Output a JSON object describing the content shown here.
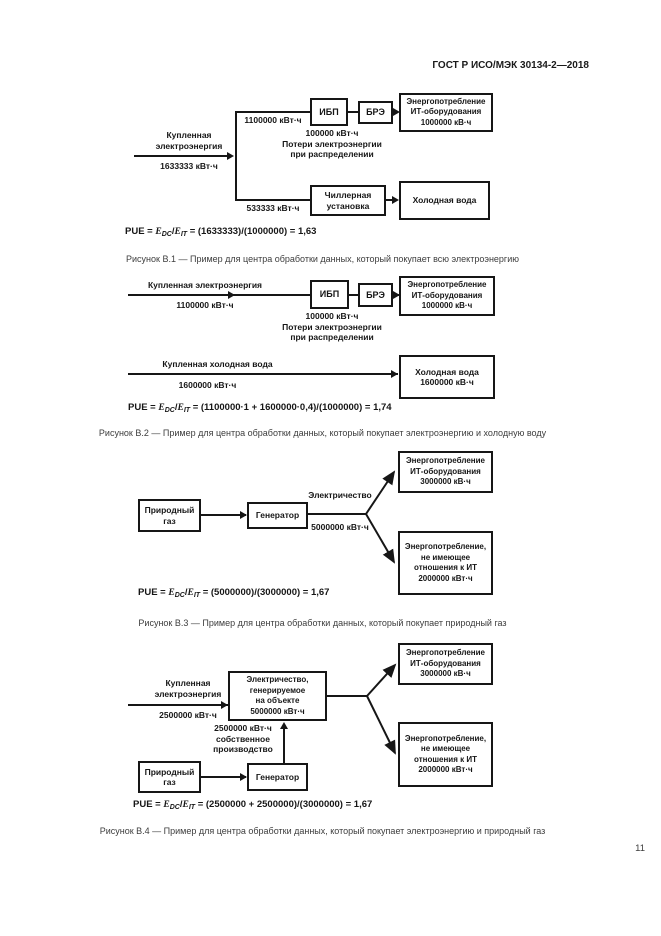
{
  "header": {
    "doc_title": "ГОСТ Р ИСО/МЭК 30134-2—2018"
  },
  "page_number": "11",
  "fig1": {
    "input_title": "Купленная электроэнергия",
    "input_value": "1633333 кВт·ч",
    "top_branch_value": "1100000 кВт·ч",
    "ups_label": "ИБП",
    "pdu_label": "БРЭ",
    "it_line1": "Энергопотребление",
    "it_line2": "ИТ-оборудования",
    "it_value": "1000000 кВ·ч",
    "loss_value": "100000 кВт·ч",
    "loss_line1": "Потери электроэнергии",
    "loss_line2": "при распределении",
    "bottom_branch_value": "533333 кВт·ч",
    "chiller_line1": "Чиллерная",
    "chiller_line2": "установка",
    "cold_water": "Холодная вода",
    "formula": {
      "lead": "PUE = ",
      "e": "E",
      "dc": "DC",
      "slash": "/",
      "it": "IT",
      "rest": " = (1633333)/(1000000) = 1,63"
    },
    "caption": "Рисунок В.1 — Пример для центра обработки данных, который покупает всю электроэнергию"
  },
  "fig2": {
    "input_title": "Купленная электроэнергия",
    "input_value": "1100000 кВт·ч",
    "ups_label": "ИБП",
    "pdu_label": "БРЭ",
    "it_line1": "Энергопотребление",
    "it_line2": "ИТ-оборудования",
    "it_value": "1000000 кВ·ч",
    "loss_value": "100000 кВт·ч",
    "loss_line1": "Потери электроэнергии",
    "loss_line2": "при распределении",
    "water_title": "Купленная холодная вода",
    "water_value": "1600000 кВт·ч",
    "cold_line1": "Холодная вода",
    "cold_value": "1600000 кВ·ч",
    "formula": {
      "lead": "PUE = ",
      "e": "E",
      "dc": "DC",
      "slash": "/",
      "it": "IT",
      "rest": " = (1100000·1 + 1600000·0,4)/(1000000) = 1,74"
    },
    "caption": "Рисунок В.2 — Пример для центра обработки данных, который покупает электроэнергию и холодную воду"
  },
  "fig3": {
    "gas_label": "Природный газ",
    "generator_label": "Генератор",
    "electricity_label": "Электричество",
    "electricity_value": "5000000 кВт·ч",
    "it_line1": "Энергопотребление",
    "it_line2": "ИТ-оборудования",
    "it_value": "3000000 кВ·ч",
    "nonit_line1": "Энергопотребление,",
    "nonit_line2": "не имеющее",
    "nonit_line3": "отношения к ИТ",
    "nonit_value": "2000000 кВт·ч",
    "formula": {
      "lead": "PUE = ",
      "e": "E",
      "dc": "DC",
      "slash": "/",
      "it": "IT",
      "rest": " = (5000000)/(3000000) = 1,67"
    },
    "caption": "Рисунок В.3 — Пример для центра обработки данных, который покупает природный газ"
  },
  "fig4": {
    "input_title": "Купленная электроэнергия",
    "input_value": "2500000 кВт·ч",
    "elec_line1": "Электричество,",
    "elec_line2": "генерируемое",
    "elec_line3": "на объекте",
    "elec_value": "5000000 кВт·ч",
    "own_line1": "2500000 кВт·ч",
    "own_line2": "собственное",
    "own_line3": "производство",
    "gas_label": "Природный газ",
    "generator_label": "Генератор",
    "it_line1": "Энергопотребление",
    "it_line2": "ИТ-оборудования",
    "it_value": "3000000 кВ·ч",
    "nonit_line1": "Энергопотребление,",
    "nonit_line2": "не имеющее",
    "nonit_line3": "отношения к ИТ",
    "nonit_value": "2000000 кВт·ч",
    "formula": {
      "lead": "PUE = ",
      "e": "E",
      "dc": "DC",
      "slash": "/",
      "it": "IT",
      "rest": " = (2500000 + 2500000)/(3000000) = 1,67"
    },
    "caption": "Рисунок В.4 — Пример для центра обработки данных, который покупает электроэнергию и природный газ"
  }
}
